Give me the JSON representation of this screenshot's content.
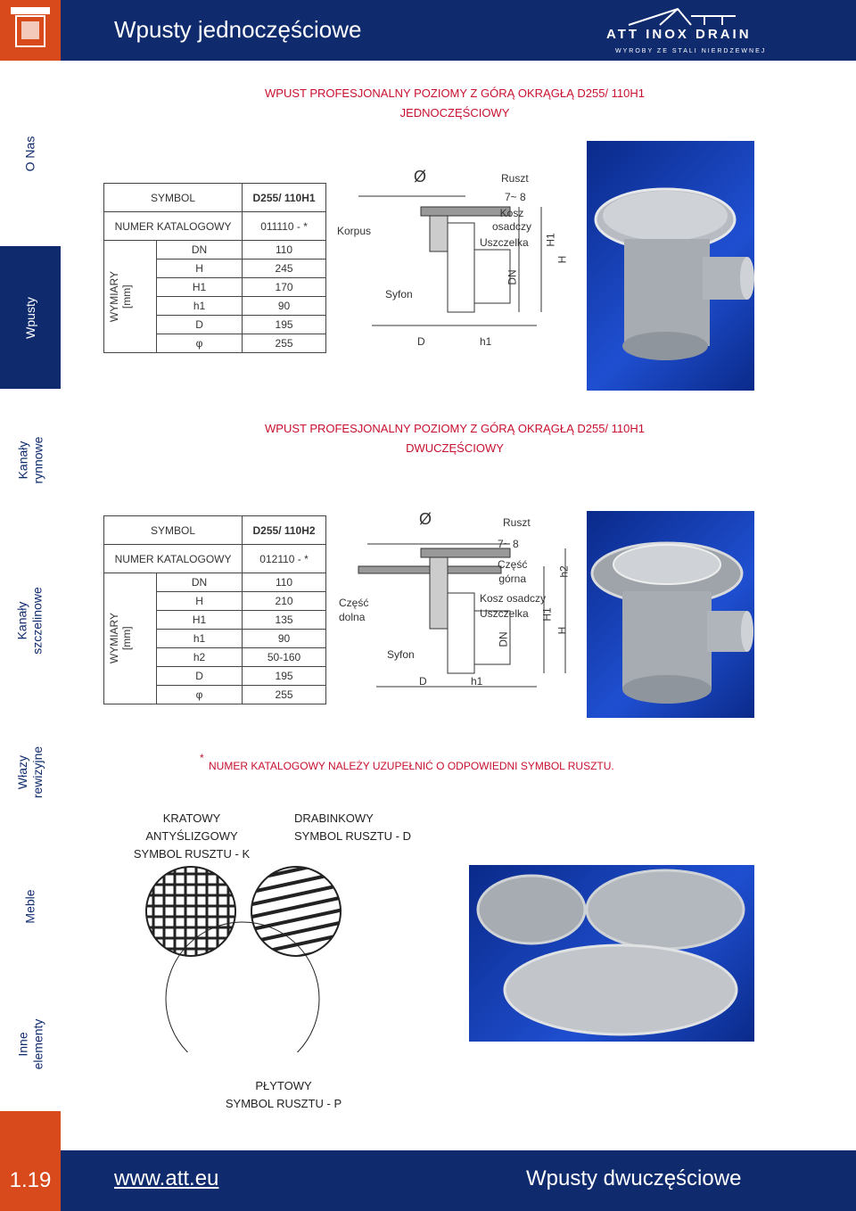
{
  "header": {
    "title": "Wpusty jednoczęściowe",
    "brand": "ATT INOX DRAIN",
    "brand_sub": "WYROBY ZE STALI NIERDZEWNEJ"
  },
  "sidebar": [
    {
      "label": "O Nas"
    },
    {
      "label": "Wpusty"
    },
    {
      "label": "Kanały\nrynnowe"
    },
    {
      "label": "Kanały\nszczelinowe"
    },
    {
      "label": "Włazy\nrewizyjne"
    },
    {
      "label": "Meble"
    },
    {
      "label": "Inne\nelementy"
    }
  ],
  "section1": {
    "title_line1": "WPUST PROFESJONALNY POZIOMY Z GÓRĄ OKRĄGŁĄ D255/ 110H1",
    "title_line2": "JEDNOCZĘŚCIOWY",
    "symbol_label": "SYMBOL",
    "symbol_value": "D255/ 110H1",
    "catalog_label": "NUMER KATALOGOWY",
    "catalog_value": "011110 - *",
    "dims_label": "WYMIARY\n[mm]",
    "dims": [
      {
        "name": "DN",
        "value": "110"
      },
      {
        "name": "H",
        "value": "245"
      },
      {
        "name": "H1",
        "value": "170"
      },
      {
        "name": "h1",
        "value": "90"
      },
      {
        "name": "D",
        "value": "195"
      },
      {
        "name": "φ",
        "value": "255"
      }
    ],
    "drawing_labels": {
      "phi": "Ø",
      "ruszt": "Ruszt",
      "range": "7~ 8",
      "kosz": "Kosz\nosadczy",
      "uszczelka": "Uszczelka",
      "korpus": "Korpus",
      "syfon": "Syfon",
      "dn": "DN",
      "h1": "H1",
      "h": "H",
      "d": "D",
      "small_h1": "h1"
    }
  },
  "section2": {
    "title_line1": "WPUST PROFESJONALNY POZIOMY Z GÓRĄ OKRĄGŁĄ D255/ 110H1",
    "title_line2": "DWUCZĘŚCIOWY",
    "symbol_label": "SYMBOL",
    "symbol_value": "D255/ 110H2",
    "catalog_label": "NUMER KATALOGOWY",
    "catalog_value": "012110 - *",
    "dims_label": "WYMIARY\n[mm]",
    "dims": [
      {
        "name": "DN",
        "value": "110"
      },
      {
        "name": "H",
        "value": "210"
      },
      {
        "name": "H1",
        "value": "135"
      },
      {
        "name": "h1",
        "value": "90"
      },
      {
        "name": "h2",
        "value": "50-160"
      },
      {
        "name": "D",
        "value": "195"
      },
      {
        "name": "φ",
        "value": "255"
      }
    ],
    "drawing_labels": {
      "phi": "Ø",
      "ruszt": "Ruszt",
      "range": "7~ 8",
      "czesc_gorna": "Część\ngórna",
      "czesc_dolna": "Część\ndolna",
      "kosz": "Kosz osadczy",
      "uszczelka": "Uszczelka",
      "syfon": "Syfon",
      "dn": "DN",
      "h1": "H1",
      "h": "H",
      "h2": "h2",
      "d": "D",
      "small_h1": "h1"
    }
  },
  "note": "NUMER KATALOGOWY NALEŻY UZUPEŁNIĆ O ODPOWIEDNI SYMBOL RUSZTU.",
  "grates": [
    {
      "line1": "KRATOWY ANTYŚLIZGOWY",
      "line2": "SYMBOL RUSZTU - K"
    },
    {
      "line1": "DRABINKOWY",
      "line2": "SYMBOL RUSZTU - D"
    },
    {
      "line1": "PŁYTOWY",
      "line2": "SYMBOL RUSZTU - P"
    }
  ],
  "footer": {
    "page": "1.19",
    "url": "www.att.eu",
    "title": "Wpusty dwuczęściowe"
  },
  "colors": {
    "navy": "#0f2b6e",
    "orange": "#d84a1c",
    "red": "#c8102e"
  }
}
